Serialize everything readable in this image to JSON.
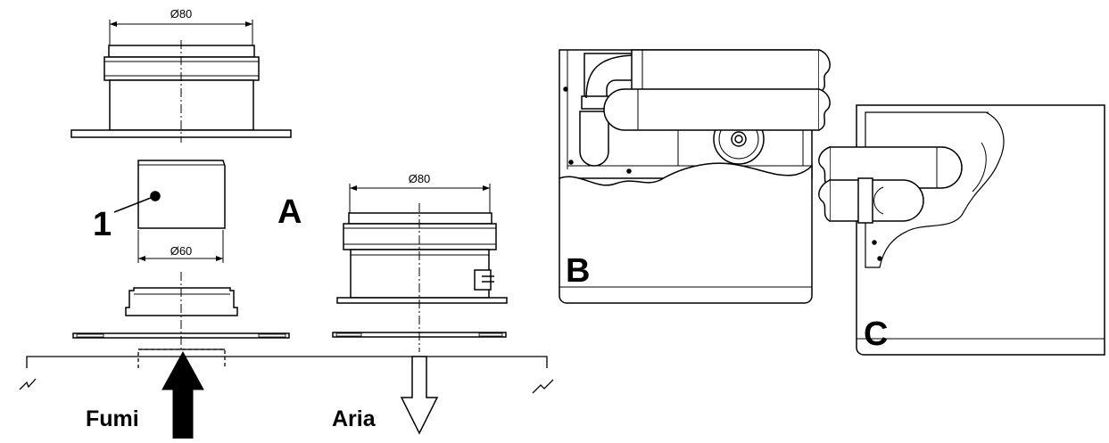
{
  "figure": {
    "part_a": {
      "label": "A",
      "callout": "1",
      "dimensions": [
        "Ø80",
        "Ø60",
        "Ø80"
      ]
    },
    "part_b": {
      "label": "B"
    },
    "part_c": {
      "label": "C"
    },
    "flows": {
      "exhaust": "Fumi",
      "air": "Aria"
    }
  }
}
